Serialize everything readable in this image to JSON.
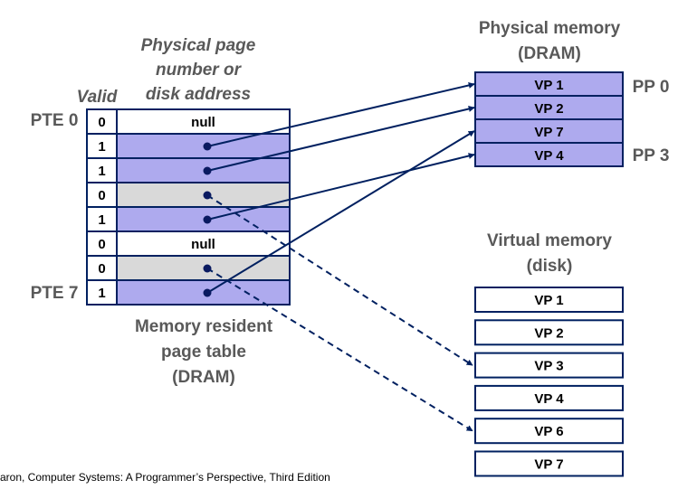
{
  "page_table": {
    "header_valid": "Valid",
    "header_address": [
      "Physical page",
      "number or",
      "disk address"
    ],
    "pte_first_label": "PTE 0",
    "pte_last_label": "PTE 7",
    "caption": [
      "Memory resident",
      "page table",
      "(DRAM)"
    ],
    "entries": [
      {
        "valid": "0",
        "content": "null",
        "state": "null"
      },
      {
        "valid": "1",
        "content": "",
        "state": "resident"
      },
      {
        "valid": "1",
        "content": "",
        "state": "resident"
      },
      {
        "valid": "0",
        "content": "",
        "state": "disk"
      },
      {
        "valid": "1",
        "content": "",
        "state": "resident"
      },
      {
        "valid": "0",
        "content": "null",
        "state": "null"
      },
      {
        "valid": "0",
        "content": "",
        "state": "disk"
      },
      {
        "valid": "1",
        "content": "",
        "state": "resident"
      }
    ]
  },
  "physical_memory": {
    "title": [
      "Physical memory",
      "(DRAM)"
    ],
    "pages": [
      "VP 1",
      "VP 2",
      "VP 7",
      "VP 4"
    ],
    "pp_first_label": "PP 0",
    "pp_last_label": "PP 3"
  },
  "virtual_memory": {
    "title": [
      "Virtual memory",
      "(disk)"
    ],
    "pages": [
      "VP 1",
      "VP 2",
      "VP 3",
      "VP 4",
      "VP 6",
      "VP 7"
    ]
  },
  "mappings": [
    {
      "pte": 1,
      "target": "physical",
      "index": 0
    },
    {
      "pte": 2,
      "target": "physical",
      "index": 1
    },
    {
      "pte": 3,
      "target": "virtual",
      "index": 2
    },
    {
      "pte": 4,
      "target": "physical",
      "index": 3
    },
    {
      "pte": 6,
      "target": "virtual",
      "index": 4
    },
    {
      "pte": 7,
      "target": "physical",
      "index": 2
    }
  ],
  "colors": {
    "resident": "#aeaaee",
    "disk": "#d9d9d9",
    "null": "#ffffff",
    "border": "#002060",
    "label": "#595959"
  },
  "credit": "aron, Computer Systems: A Programmer’s Perspective, Third Edition"
}
